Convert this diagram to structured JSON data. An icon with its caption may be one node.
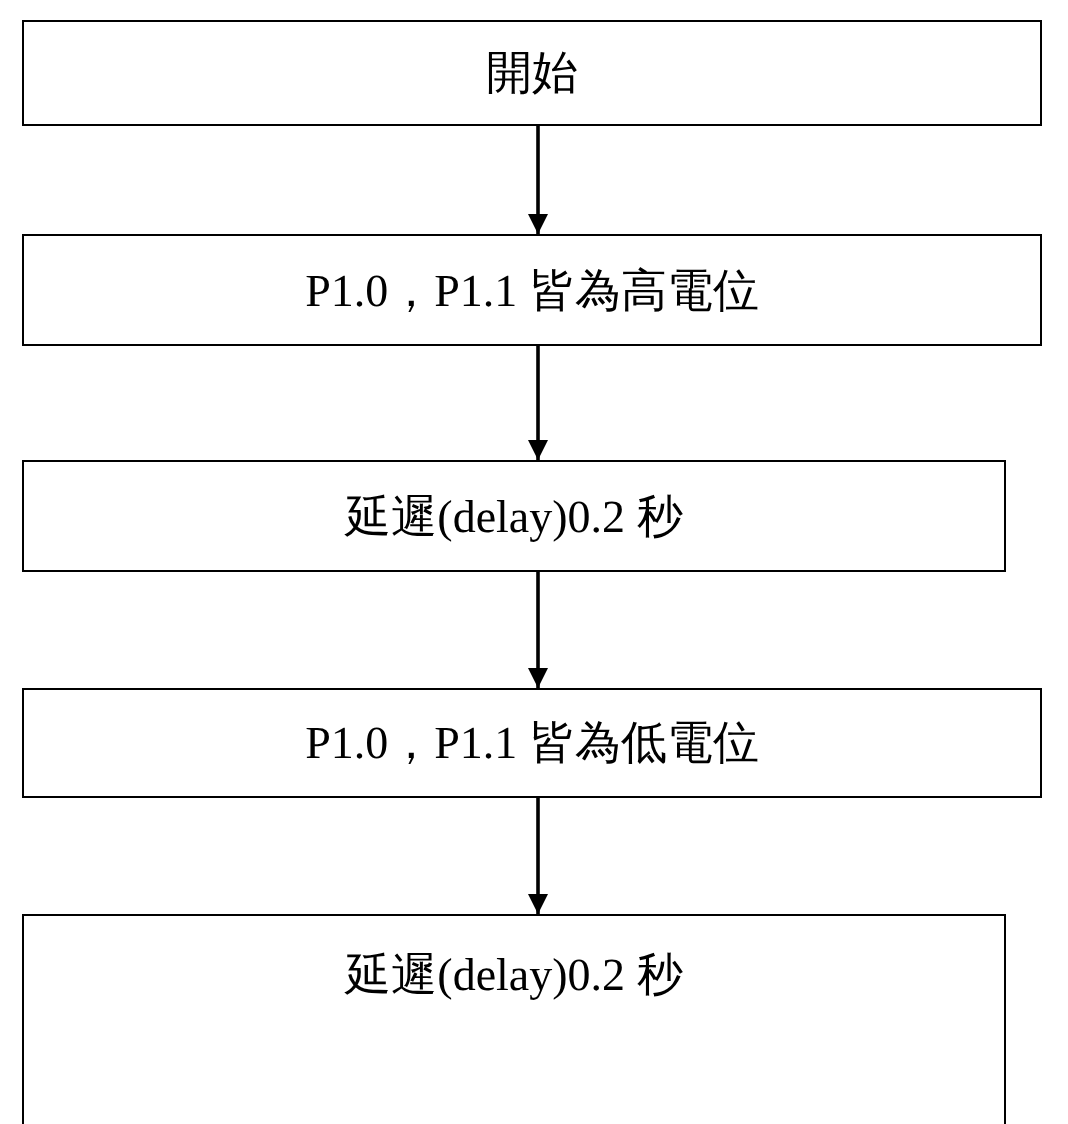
{
  "diagram": {
    "nodes": [
      {
        "text": [
          "開始"
        ]
      },
      {
        "text": [
          "P1.0，P1.1 皆為高電位"
        ]
      },
      {
        "text": [
          "延遲(delay)0.2 秒"
        ]
      },
      {
        "text": [
          "P1.0，P1.1 皆為低電位"
        ]
      },
      {
        "text": [
          "延遲(delay)0.2 秒"
        ]
      }
    ],
    "edges": [
      {
        "from": 0,
        "to": 1,
        "arrow": "to"
      },
      {
        "from": 1,
        "to": 2,
        "arrow": "to"
      },
      {
        "from": 2,
        "to": 3,
        "arrow": "to"
      },
      {
        "from": 3,
        "to": 4,
        "arrow": "to"
      }
    ]
  }
}
